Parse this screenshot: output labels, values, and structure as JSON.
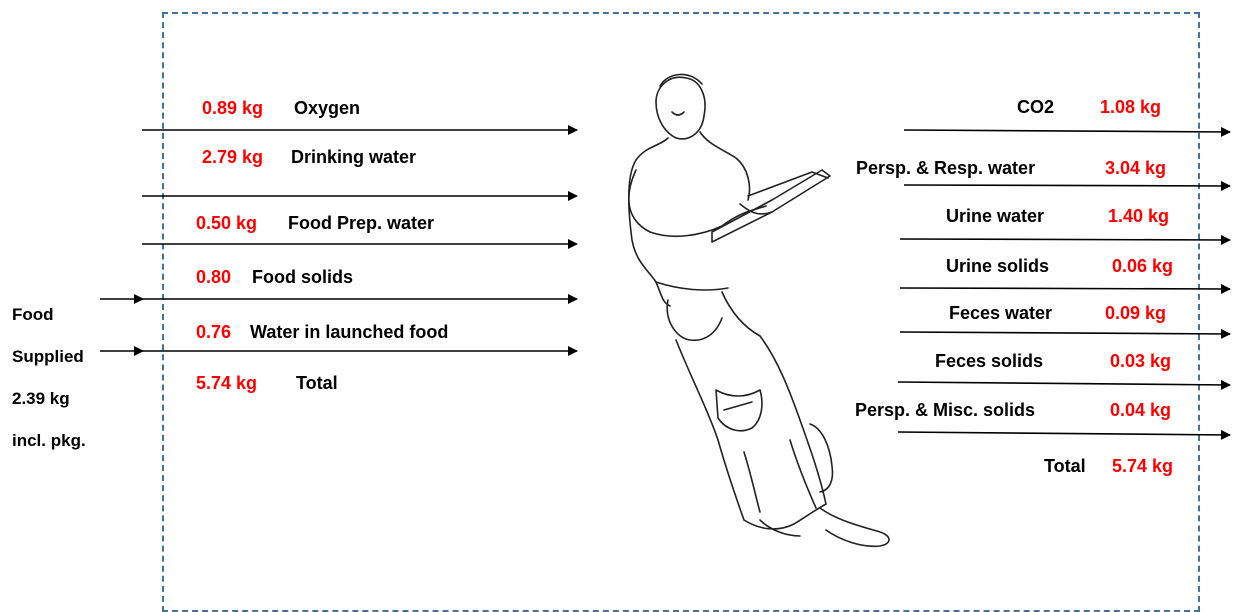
{
  "inputs": [
    {
      "amount": "0.89 kg",
      "label": "Oxygen"
    },
    {
      "amount": "2.79 kg",
      "label": "Drinking water"
    },
    {
      "amount": "0.50 kg",
      "label": "Food Prep. water"
    },
    {
      "amount": "0.80",
      "label": "Food solids"
    },
    {
      "amount": "0.76",
      "label": "Water in launched food"
    }
  ],
  "input_total": {
    "amount": "5.74 kg",
    "label": "Total"
  },
  "food_supplied": {
    "line1": "Food",
    "line2": "Supplied",
    "line3": "2.39 kg",
    "line4": "incl. pkg."
  },
  "outputs": [
    {
      "label": "CO2",
      "amount": "1.08 kg"
    },
    {
      "label": "Persp. & Resp. water",
      "amount": "3.04 kg"
    },
    {
      "label": "Urine water",
      "amount": "1.40 kg"
    },
    {
      "label": "Urine solids",
      "amount": "0.06 kg"
    },
    {
      "label": "Feces water",
      "amount": "0.09 kg"
    },
    {
      "label": "Feces solids",
      "amount": "0.03 kg"
    },
    {
      "label": "Persp. & Misc. solids",
      "amount": "0.04 kg"
    }
  ],
  "output_total": {
    "label": "Total",
    "amount": "5.74 kg"
  },
  "colors": {
    "amount": "#ff0000",
    "text": "#000000",
    "frame": "#41719c"
  },
  "illustration": "astronaut-reading-sketch"
}
